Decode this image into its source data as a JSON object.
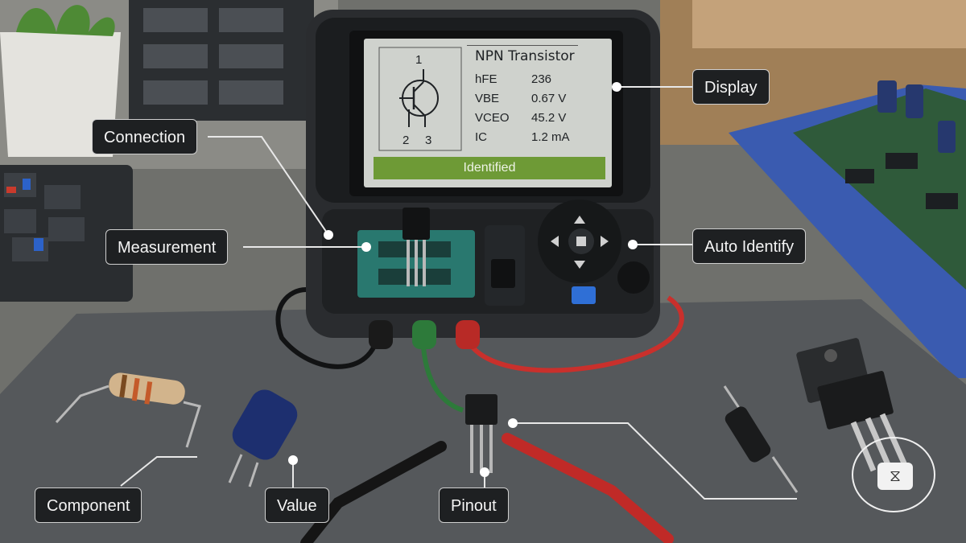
{
  "display": {
    "type": "NPN Transistor",
    "params": [
      {
        "label": "hFE",
        "value": "236"
      },
      {
        "label": "VBE",
        "value": "0.67 V"
      },
      {
        "label": "VCEO",
        "value": "45.2 V"
      },
      {
        "label": "IC",
        "value": "1.2 mA"
      }
    ],
    "pins": [
      "1",
      "2",
      "3"
    ],
    "status": "Identified"
  },
  "callouts": {
    "display": "Display",
    "connection": "Connection",
    "measurement": "Measurement",
    "auto_identify": "Auto Identify",
    "component": "Component",
    "value": "Value",
    "pinout": "Pinout"
  },
  "icons": [
    "transistor-symbol-icon",
    "nav-pad-icon",
    "logo-badge-icon"
  ],
  "colors": {
    "status_bar": "#6e9a36",
    "callout_bg": "#1e2022",
    "pcb": "#2f5a3a",
    "mat": "#3a5bb0"
  }
}
